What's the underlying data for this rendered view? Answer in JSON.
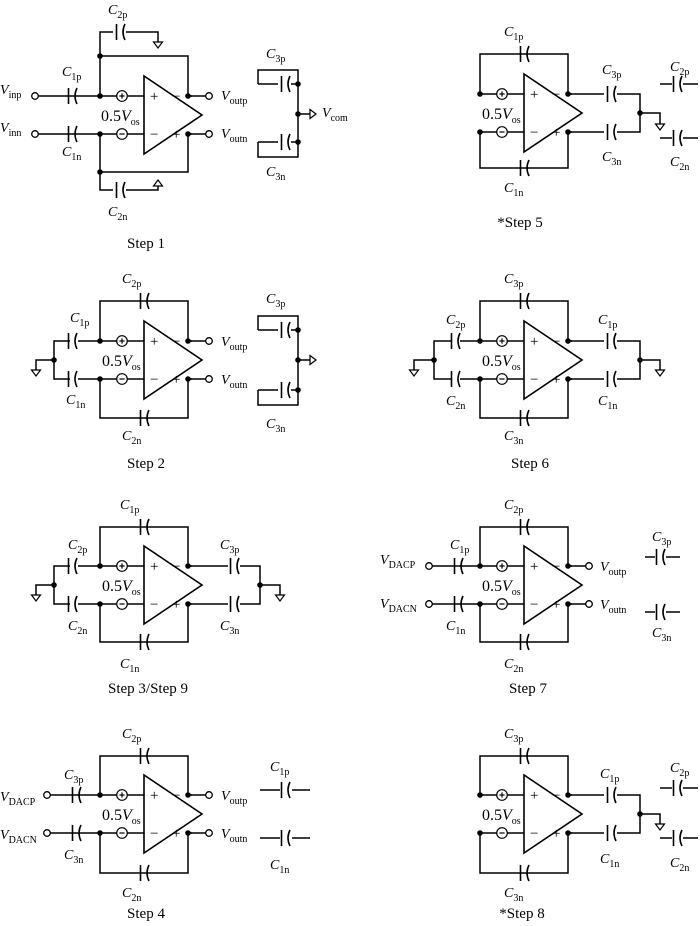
{
  "panels": [
    {
      "caption": "Step 1",
      "in_p": {
        "main": "V",
        "sub": "inp"
      },
      "in_n": {
        "main": "V",
        "sub": "inn"
      },
      "out_p": {
        "main": "V",
        "sub": "outp"
      },
      "out_n": {
        "main": "V",
        "sub": "outn"
      },
      "top_cap": {
        "main": "C",
        "sub": "2p"
      },
      "bot_cap": {
        "main": "C",
        "sub": "2n"
      },
      "in_cap_p": {
        "main": "C",
        "sub": "1p"
      },
      "in_cap_n": {
        "main": "C",
        "sub": "1n"
      },
      "side_cap_p": {
        "main": "C",
        "sub": "3p"
      },
      "side_cap_n": {
        "main": "C",
        "sub": "3n"
      },
      "side_out": {
        "main": "V",
        "sub": "com"
      },
      "offset": {
        "value": "0.5",
        "main": "V",
        "sub": "os"
      }
    },
    {
      "caption": "*Step 5",
      "top_cap": {
        "main": "C",
        "sub": "1p"
      },
      "bot_cap": {
        "main": "C",
        "sub": "1n"
      },
      "out_cap_p": {
        "main": "C",
        "sub": "3p"
      },
      "out_cap_n": {
        "main": "C",
        "sub": "3n"
      },
      "side_cap_p": {
        "main": "C",
        "sub": "2p"
      },
      "side_cap_n": {
        "main": "C",
        "sub": "2n"
      },
      "offset": {
        "value": "0.5",
        "main": "V",
        "sub": "os"
      }
    },
    {
      "caption": "Step 2",
      "out_p": {
        "main": "V",
        "sub": "outp"
      },
      "out_n": {
        "main": "V",
        "sub": "outn"
      },
      "top_cap": {
        "main": "C",
        "sub": "2p"
      },
      "bot_cap": {
        "main": "C",
        "sub": "2n"
      },
      "in_cap_p": {
        "main": "C",
        "sub": "1p"
      },
      "in_cap_n": {
        "main": "C",
        "sub": "1n"
      },
      "side_cap_p": {
        "main": "C",
        "sub": "3p"
      },
      "side_cap_n": {
        "main": "C",
        "sub": "3n"
      },
      "offset": {
        "value": "0.5",
        "main": "V",
        "sub": "os"
      }
    },
    {
      "caption": "Step 6",
      "top_cap": {
        "main": "C",
        "sub": "3p"
      },
      "bot_cap": {
        "main": "C",
        "sub": "3n"
      },
      "in_cap_p": {
        "main": "C",
        "sub": "2p"
      },
      "in_cap_n": {
        "main": "C",
        "sub": "2n"
      },
      "out_cap_p": {
        "main": "C",
        "sub": "1p"
      },
      "out_cap_n": {
        "main": "C",
        "sub": "1n"
      },
      "offset": {
        "value": "0.5",
        "main": "V",
        "sub": "os"
      }
    },
    {
      "caption": "Step 3/Step 9",
      "top_cap": {
        "main": "C",
        "sub": "1p"
      },
      "bot_cap": {
        "main": "C",
        "sub": "1n"
      },
      "in_cap_p": {
        "main": "C",
        "sub": "2p"
      },
      "in_cap_n": {
        "main": "C",
        "sub": "2n"
      },
      "out_cap_p": {
        "main": "C",
        "sub": "3p"
      },
      "out_cap_n": {
        "main": "C",
        "sub": "3n"
      },
      "offset": {
        "value": "0.5",
        "main": "V",
        "sub": "os"
      }
    },
    {
      "caption": "Step 7",
      "in_p": {
        "main": "V",
        "sub": "DACP"
      },
      "in_n": {
        "main": "V",
        "sub": "DACN"
      },
      "out_p": {
        "main": "V",
        "sub": "outp"
      },
      "out_n": {
        "main": "V",
        "sub": "outn"
      },
      "top_cap": {
        "main": "C",
        "sub": "2p"
      },
      "bot_cap": {
        "main": "C",
        "sub": "2n"
      },
      "in_cap_p": {
        "main": "C",
        "sub": "1p"
      },
      "in_cap_n": {
        "main": "C",
        "sub": "1n"
      },
      "side_cap_p": {
        "main": "C",
        "sub": "3p"
      },
      "side_cap_n": {
        "main": "C",
        "sub": "3n"
      },
      "offset": {
        "value": "0.5",
        "main": "V",
        "sub": "os"
      }
    },
    {
      "caption": "Step 4",
      "in_p": {
        "main": "V",
        "sub": "DACP"
      },
      "in_n": {
        "main": "V",
        "sub": "DACN"
      },
      "out_p": {
        "main": "V",
        "sub": "outp"
      },
      "out_n": {
        "main": "V",
        "sub": "outn"
      },
      "top_cap": {
        "main": "C",
        "sub": "2p"
      },
      "bot_cap": {
        "main": "C",
        "sub": "2n"
      },
      "in_cap_p": {
        "main": "C",
        "sub": "3p"
      },
      "in_cap_n": {
        "main": "C",
        "sub": "3n"
      },
      "side_cap_p": {
        "main": "C",
        "sub": "1p"
      },
      "side_cap_n": {
        "main": "C",
        "sub": "1n"
      },
      "offset": {
        "value": "0.5",
        "main": "V",
        "sub": "os"
      }
    },
    {
      "caption": "*Step 8",
      "top_cap": {
        "main": "C",
        "sub": "3p"
      },
      "bot_cap": {
        "main": "C",
        "sub": "3n"
      },
      "out_cap_p": {
        "main": "C",
        "sub": "1p"
      },
      "out_cap_n": {
        "main": "C",
        "sub": "1n"
      },
      "side_cap_p": {
        "main": "C",
        "sub": "2p"
      },
      "side_cap_n": {
        "main": "C",
        "sub": "2n"
      },
      "offset": {
        "value": "0.5",
        "main": "V",
        "sub": "os"
      }
    }
  ],
  "signs": {
    "plus": "+",
    "minus": "−"
  }
}
